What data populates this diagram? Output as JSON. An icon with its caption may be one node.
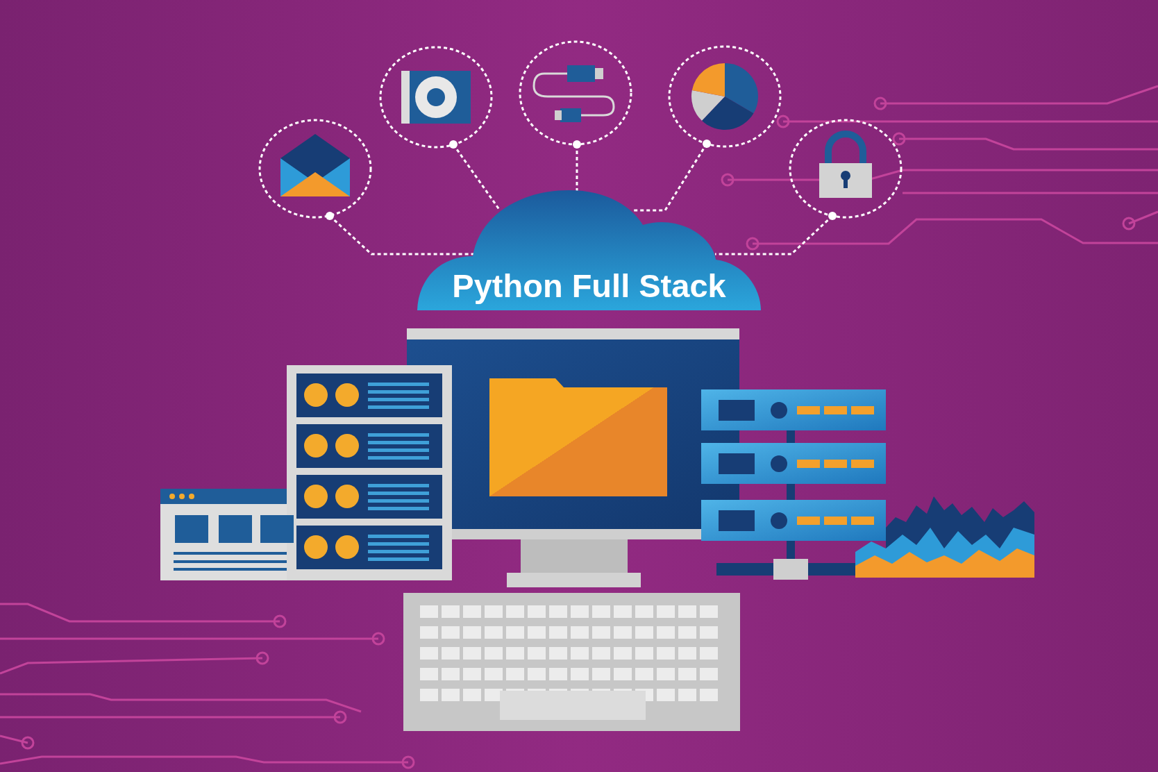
{
  "diagram": {
    "nodes": [
      {
        "text": [],
        "shape": "circle"
      },
      {
        "text": [],
        "shape": "circle"
      },
      {
        "text": [],
        "shape": "circle"
      },
      {
        "text": [],
        "shape": "circle"
      },
      {
        "text": [],
        "shape": "circle"
      },
      {
        "text": [
          "Python Full Stack"
        ]
      }
    ],
    "edges": [
      {
        "from": 0,
        "to": 5,
        "arrow": "other",
        "style": "dashed"
      },
      {
        "from": 1,
        "to": 5,
        "arrow": "other",
        "style": "dashed"
      },
      {
        "from": 2,
        "to": 5,
        "arrow": "other",
        "style": "dashed"
      },
      {
        "from": 3,
        "to": 5,
        "arrow": "other",
        "style": "dashed"
      },
      {
        "from": 4,
        "to": 5,
        "arrow": "other",
        "style": "dashed"
      }
    ]
  }
}
